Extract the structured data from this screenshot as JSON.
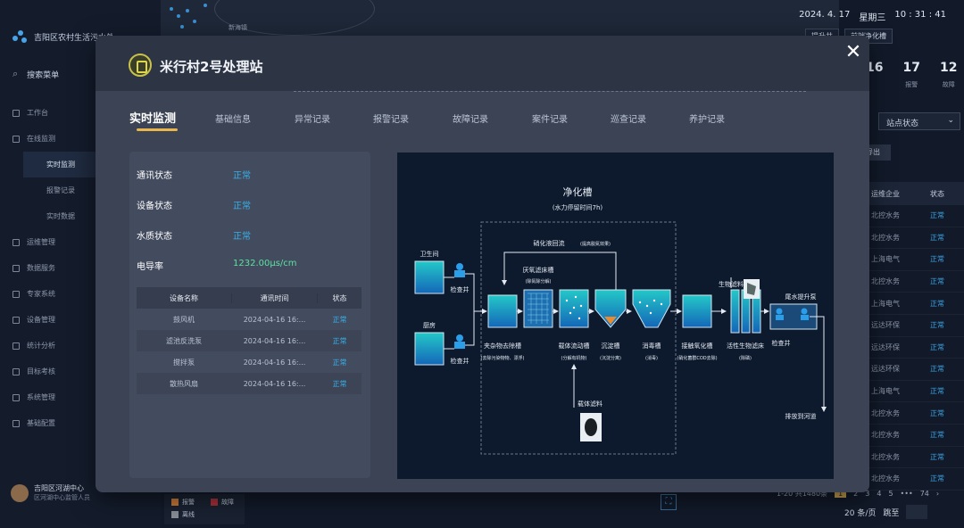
{
  "background": {
    "app_title": "吉阳区农村生活污水处",
    "map_label": "新海镇",
    "search_label": "搜索菜单",
    "menu": [
      {
        "label": "工作台",
        "sub": false,
        "active": false
      },
      {
        "label": "在线监测",
        "sub": false,
        "active": false
      },
      {
        "label": "实时监测",
        "sub": true,
        "active": true
      },
      {
        "label": "报警记录",
        "sub": true,
        "active": false
      },
      {
        "label": "实时数据",
        "sub": true,
        "active": false
      },
      {
        "label": "运维管理",
        "sub": false,
        "active": false
      },
      {
        "label": "数据服务",
        "sub": false,
        "active": false
      },
      {
        "label": "专家系统",
        "sub": false,
        "active": false
      },
      {
        "label": "设备管理",
        "sub": false,
        "active": false
      },
      {
        "label": "统计分析",
        "sub": false,
        "active": false
      },
      {
        "label": "目标考核",
        "sub": false,
        "active": false
      },
      {
        "label": "系统管理",
        "sub": false,
        "active": false
      },
      {
        "label": "基础配置",
        "sub": false,
        "active": false
      }
    ],
    "user": {
      "name": "吉阳区河湖中心",
      "role": "区河湖中心监管人员"
    },
    "date": "2024. 4. 17",
    "weekday": "星期三",
    "time": "10 : 31 : 41",
    "top_buttons": [
      "提升井",
      "前端净化槽"
    ],
    "counts": [
      {
        "value": "16",
        "label": ""
      },
      {
        "value": "17",
        "label": "报警"
      },
      {
        "value": "12",
        "label": "故障"
      }
    ],
    "filter_placeholder": "站点状态",
    "export_label": "导出",
    "table_headers": [
      "运维企业",
      "状态"
    ],
    "table_rows": [
      [
        "北控水务",
        "正常"
      ],
      [
        "北控水务",
        "正常"
      ],
      [
        "上海电气",
        "正常"
      ],
      [
        "北控水务",
        "正常"
      ],
      [
        "上海电气",
        "正常"
      ],
      [
        "远达环保",
        "正常"
      ],
      [
        "远达环保",
        "正常"
      ],
      [
        "远达环保",
        "正常"
      ],
      [
        "上海电气",
        "正常"
      ],
      [
        "北控水务",
        "正常"
      ],
      [
        "北控水务",
        "正常"
      ],
      [
        "北控水务",
        "正常"
      ],
      [
        "北控水务",
        "正常"
      ]
    ],
    "pager": {
      "summary": "1-20 共1480条",
      "pages": [
        "1",
        "2",
        "3",
        "4",
        "5",
        "•••",
        "74"
      ],
      "active_page": "1",
      "page_size": "20 条/页",
      "jump_label": "跳至"
    },
    "legend": [
      {
        "label": "报警",
        "color": "#c87a3a"
      },
      {
        "label": "故障",
        "color": "#a8303a"
      },
      {
        "label": "离线",
        "color": "#8a8f98"
      }
    ]
  },
  "modal": {
    "title": "米行村2号处理站",
    "close_symbol": "✕",
    "tabs": [
      "实时监测",
      "基础信息",
      "异常记录",
      "报警记录",
      "故障记录",
      "案件记录",
      "巡查记录",
      "养护记录"
    ],
    "active_tab": 0,
    "status": [
      {
        "label": "通讯状态",
        "value": "正常"
      },
      {
        "label": "设备状态",
        "value": "正常"
      },
      {
        "label": "水质状态",
        "value": "正常"
      },
      {
        "label": "电导率",
        "value": "1232.00μs/cm"
      }
    ],
    "device_table": {
      "headers": [
        "设备名称",
        "通讯时间",
        "状态"
      ],
      "rows": [
        [
          "鼓风机",
          "2024-04-16 16:...",
          "正常"
        ],
        [
          "滤池反洗泵",
          "2024-04-16 16:...",
          "正常"
        ],
        [
          "搅拌泵",
          "2024-04-16 16:...",
          "正常"
        ],
        [
          "散热风扇",
          "2024-04-16 16:...",
          "正常"
        ]
      ]
    },
    "diagram": {
      "title": "净化槽",
      "subtitle": "(水力停留时间7h)",
      "labels": {
        "bathroom": "卫生间",
        "kitchen": "厨房",
        "inspection_well_1": "检查井",
        "inspection_well_2": "检查井",
        "nitrate_return": "硝化液回流",
        "nitrate_return_note": "(提高脱氮效果)",
        "anaerobic": "厌氧滤床槽",
        "anaerobic_note": "(除氮除分解)",
        "impurity": "夹杂物去除槽",
        "impurity_note": "(去除污染物物、漂浮)",
        "carrier_flow": "载体流动槽",
        "carrier_flow_note": "(分解有机物)",
        "settling": "沉淀槽",
        "settling_note": "(沉淀分离)",
        "disinfection": "消毒槽",
        "disinfection_note": "(消毒)",
        "contact_oxidation": "接触氧化槽",
        "contact_oxidation_note": "(硝化菌群COD去除)",
        "bio_filter": "活性生物滤床",
        "bio_filter_note": "(除磷)",
        "eco_filler": "生物滤料",
        "tail_lift_pump": "尾水提升泵",
        "inspection_well_3": "检查井",
        "discharge": "排放到河道",
        "carrier_filler": "载体滤料"
      }
    }
  }
}
